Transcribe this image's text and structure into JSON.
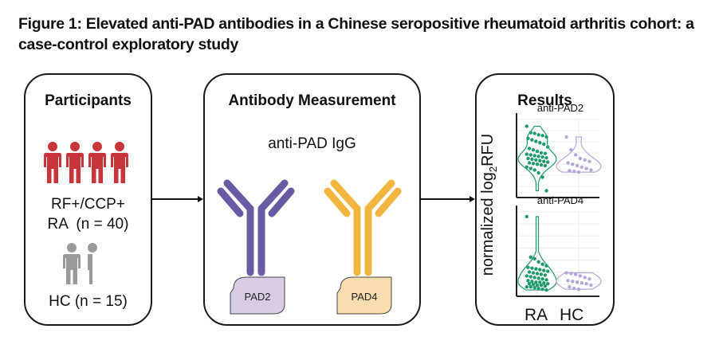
{
  "figure": {
    "title": "Figure 1: Elevated anti-PAD antibodies in a Chinese seropositive rheumatoid arthritis cohort: a case-control exploratory study"
  },
  "participants": {
    "title": "Participants",
    "ra_label_line1": "RF+/CCP+",
    "ra_label_line2": "RA  (n = 40)",
    "hc_label": "HC (n = 15)",
    "ra_icon_count": 4,
    "hc_icon_count": 2,
    "ra_color": "#c8343a",
    "hc_color": "#9a9a9a"
  },
  "measurement": {
    "title": "Antibody Measurement",
    "subtitle": "anti-PAD IgG",
    "antibodies": [
      {
        "antigen": "PAD2",
        "antibody_color": "#6a5aa4",
        "antigen_color": "#d9cde6"
      },
      {
        "antigen": "PAD4",
        "antibody_color": "#f2b640",
        "antigen_color": "#f7dcae"
      }
    ]
  },
  "results": {
    "title": "Results",
    "ylabel": "normalized log",
    "ylabel_sub": "2",
    "ylabel_suffix": "RFU",
    "x_labels": [
      "RA",
      "HC"
    ],
    "colors": {
      "RA": "#1f9a6a",
      "HC": "#b6a6d8"
    }
  },
  "chart_data": [
    {
      "type": "violin",
      "title": "anti-PAD2",
      "categories": [
        "RA",
        "HC"
      ],
      "ylabel": "normalized log2 RFU",
      "grid": true,
      "series": [
        {
          "name": "RA",
          "n": 40,
          "values": [
            0.95,
            0.86,
            0.85,
            0.83,
            0.82,
            0.8,
            0.78,
            0.76,
            0.74,
            0.72,
            0.7,
            0.66,
            0.64,
            0.62,
            0.6,
            0.58,
            0.57,
            0.56,
            0.55,
            0.54,
            0.53,
            0.52,
            0.51,
            0.5,
            0.49,
            0.48,
            0.47,
            0.46,
            0.45,
            0.44,
            0.43,
            0.42,
            0.41,
            0.4,
            0.38,
            0.36,
            0.34,
            0.3,
            0.24,
            0.05
          ]
        },
        {
          "name": "HC",
          "n": 15,
          "values": [
            0.8,
            0.62,
            0.55,
            0.5,
            0.48,
            0.46,
            0.44,
            0.42,
            0.4,
            0.38,
            0.36,
            0.34,
            0.33,
            0.32,
            0.31
          ]
        }
      ]
    },
    {
      "type": "violin",
      "title": "anti-PAD4",
      "categories": [
        "RA",
        "HC"
      ],
      "ylabel": "normalized log2 RFU",
      "grid": true,
      "series": [
        {
          "name": "RA",
          "n": 40,
          "values": [
            0.98,
            0.46,
            0.44,
            0.4,
            0.37,
            0.35,
            0.33,
            0.32,
            0.31,
            0.3,
            0.29,
            0.28,
            0.27,
            0.26,
            0.25,
            0.24,
            0.23,
            0.22,
            0.21,
            0.2,
            0.19,
            0.18,
            0.17,
            0.16,
            0.15,
            0.14,
            0.14,
            0.13,
            0.12,
            0.12,
            0.11,
            0.1,
            0.1,
            0.09,
            0.08,
            0.08,
            0.07,
            0.06,
            0.05,
            0.04
          ]
        },
        {
          "name": "HC",
          "n": 15,
          "values": [
            0.26,
            0.25,
            0.24,
            0.22,
            0.2,
            0.18,
            0.16,
            0.15,
            0.14,
            0.13,
            0.12,
            0.1,
            0.08,
            0.06,
            0.05
          ]
        }
      ]
    }
  ]
}
